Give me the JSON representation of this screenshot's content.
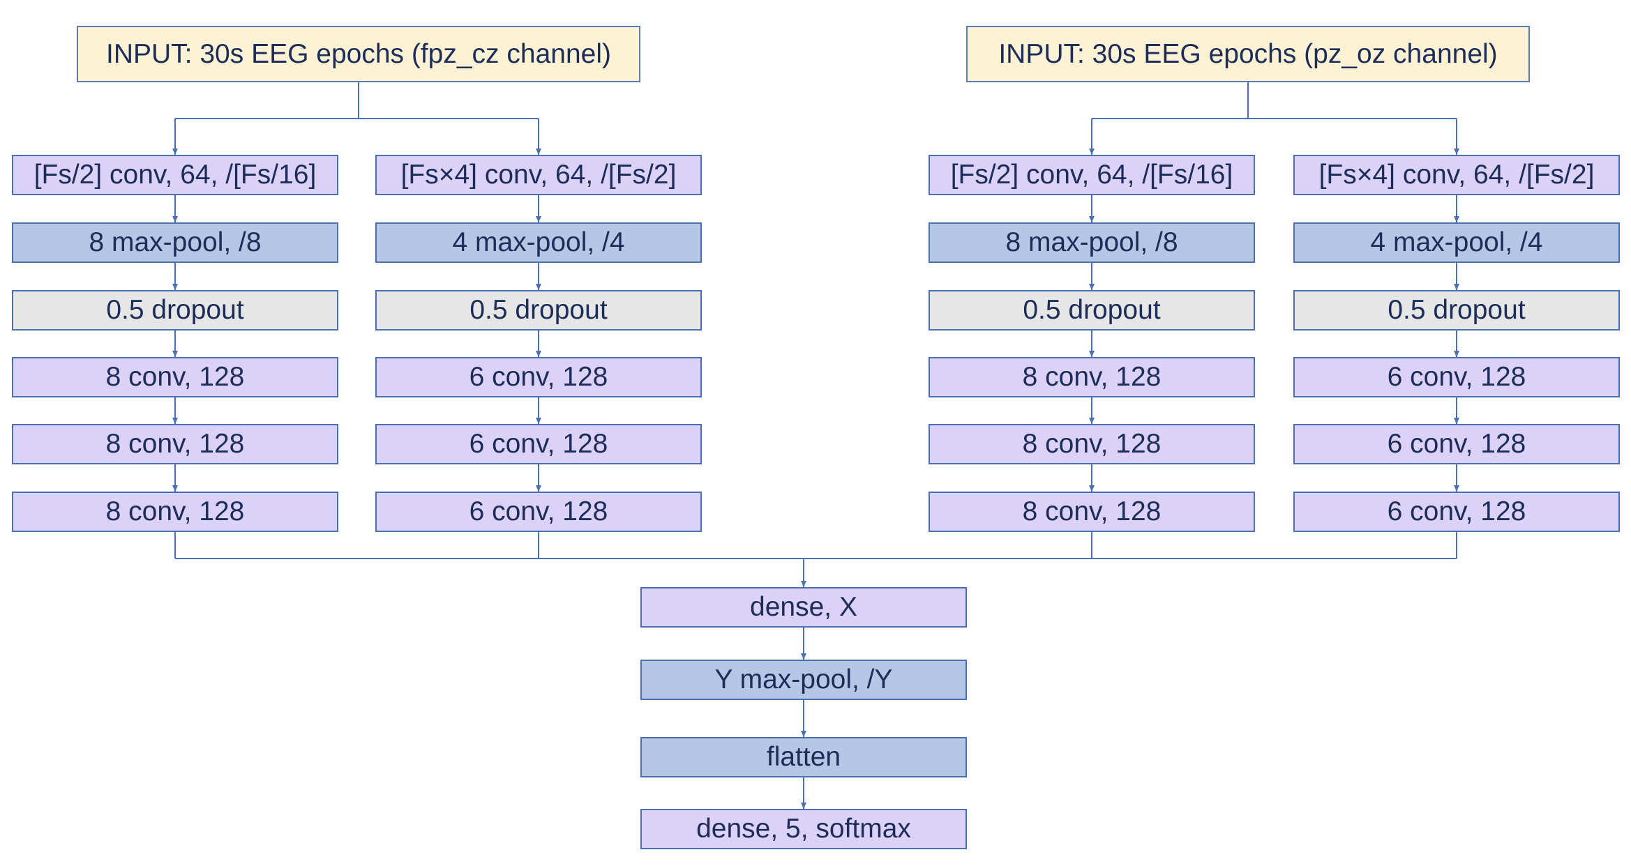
{
  "colors": {
    "input_fill": "#fdf2d3",
    "conv_fill": "#dcd2f7",
    "pool_fill": "#b4c7e5",
    "dropout_fill": "#e6e6e6",
    "border": "#4a6fb3",
    "connector": "#4a6fb3",
    "text": "#1c2d5a"
  },
  "inputs": {
    "left": "INPUT: 30s EEG epochs (fpz_cz channel)",
    "right": "INPUT: 30s EEG epochs (pz_oz channel)"
  },
  "branches": [
    {
      "id": "left-small",
      "layers": [
        {
          "kind": "conv",
          "label": "[Fs/2] conv, 64, /[Fs/16]"
        },
        {
          "kind": "pool",
          "label": "8 max-pool, /8"
        },
        {
          "kind": "dropout",
          "label": "0.5 dropout"
        },
        {
          "kind": "conv",
          "label": "8 conv, 128"
        },
        {
          "kind": "conv",
          "label": "8 conv, 128"
        },
        {
          "kind": "conv",
          "label": "8 conv, 128"
        }
      ]
    },
    {
      "id": "left-large",
      "layers": [
        {
          "kind": "conv",
          "label": "[Fs×4] conv, 64, /[Fs/2]"
        },
        {
          "kind": "pool",
          "label": "4 max-pool, /4"
        },
        {
          "kind": "dropout",
          "label": "0.5 dropout"
        },
        {
          "kind": "conv",
          "label": "6 conv, 128"
        },
        {
          "kind": "conv",
          "label": "6 conv, 128"
        },
        {
          "kind": "conv",
          "label": "6 conv, 128"
        }
      ]
    },
    {
      "id": "right-small",
      "layers": [
        {
          "kind": "conv",
          "label": "[Fs/2] conv, 64, /[Fs/16]"
        },
        {
          "kind": "pool",
          "label": "8 max-pool, /8"
        },
        {
          "kind": "dropout",
          "label": "0.5 dropout"
        },
        {
          "kind": "conv",
          "label": "8 conv, 128"
        },
        {
          "kind": "conv",
          "label": "8 conv, 128"
        },
        {
          "kind": "conv",
          "label": "8 conv, 128"
        }
      ]
    },
    {
      "id": "right-large",
      "layers": [
        {
          "kind": "conv",
          "label": "[Fs×4] conv, 64, /[Fs/2]"
        },
        {
          "kind": "pool",
          "label": "4 max-pool, /4"
        },
        {
          "kind": "dropout",
          "label": "0.5 dropout"
        },
        {
          "kind": "conv",
          "label": "6 conv, 128"
        },
        {
          "kind": "conv",
          "label": "6 conv, 128"
        },
        {
          "kind": "conv",
          "label": "6 conv, 128"
        }
      ]
    }
  ],
  "head": [
    {
      "kind": "dense",
      "label": "dense, X"
    },
    {
      "kind": "pool",
      "label": "Y max-pool, /Y"
    },
    {
      "kind": "pool",
      "label": "flatten"
    },
    {
      "kind": "dense",
      "label": "dense, 5, softmax"
    }
  ]
}
